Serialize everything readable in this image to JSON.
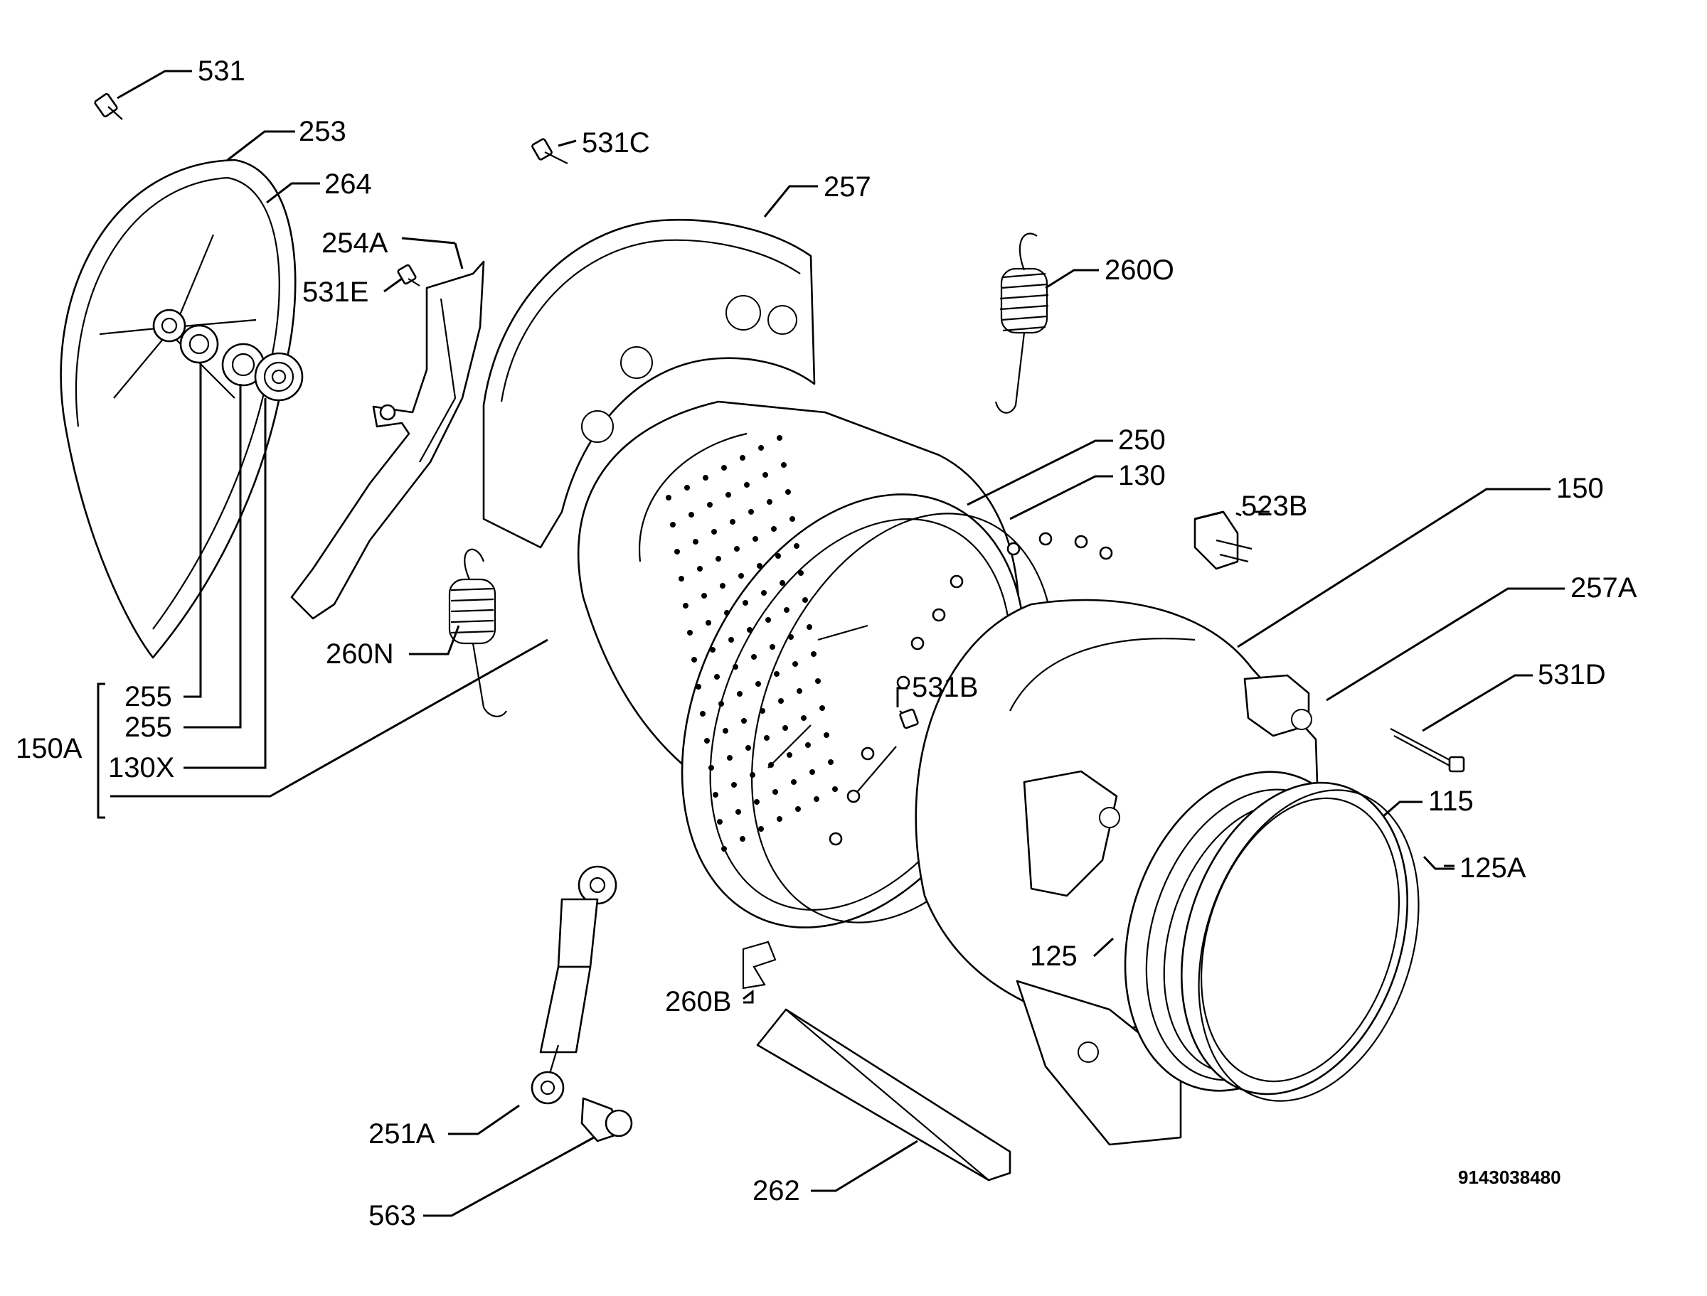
{
  "callouts": {
    "c531": "531",
    "c253": "253",
    "c264": "264",
    "c531C": "531C",
    "c257": "257",
    "c254A": "254A",
    "c531E": "531E",
    "c260O": "260O",
    "c250": "250",
    "c130": "130",
    "c150": "150",
    "c523B": "523B",
    "c257A": "257A",
    "c531D": "531D",
    "c260N": "260N",
    "c531B": "531B",
    "c255a": "255",
    "c255b": "255",
    "c150A": "150A",
    "c130X": "130X",
    "c115": "115",
    "c125A": "125A",
    "c125": "125",
    "c260B": "260B",
    "c251A": "251A",
    "c563": "563",
    "c262": "262"
  },
  "document_number": "9143038480"
}
